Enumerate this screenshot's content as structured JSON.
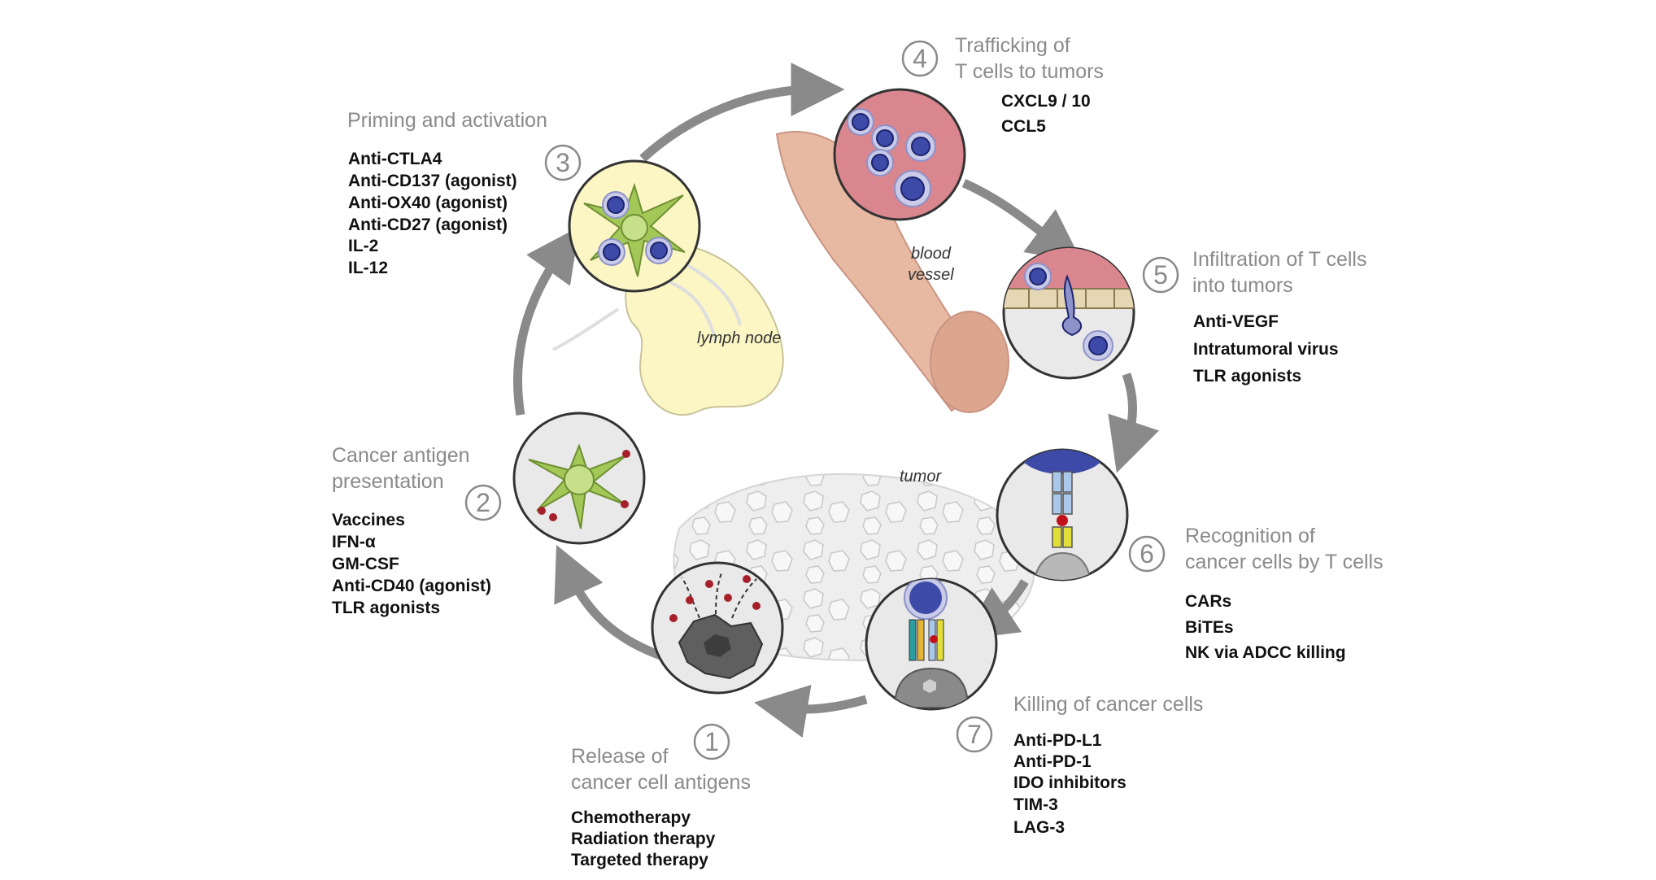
{
  "labels": {
    "lymph_node": "lymph node",
    "blood_vessel_1": "blood",
    "blood_vessel_2": "vessel",
    "tumor": "tumor"
  },
  "steps": [
    {
      "number": "1",
      "title": [
        "Release of",
        "cancer cell antigens"
      ],
      "drugs": [
        "Chemotherapy",
        "Radiation therapy",
        "Targeted therapy"
      ]
    },
    {
      "number": "2",
      "title": [
        "Cancer antigen",
        "presentation"
      ],
      "drugs": [
        "Vaccines",
        "IFN-α",
        "GM-CSF",
        "Anti-CD40 (agonist)",
        "TLR agonists"
      ]
    },
    {
      "number": "3",
      "title": [
        "Priming and activation"
      ],
      "drugs": [
        "Anti-CTLA4",
        "Anti-CD137 (agonist)",
        "Anti-OX40 (agonist)",
        "Anti-CD27 (agonist)",
        "IL-2",
        "IL-12"
      ]
    },
    {
      "number": "4",
      "title": [
        "Trafficking of",
        "T cells to tumors"
      ],
      "drugs": [
        "CXCL9 / 10",
        "CCL5"
      ]
    },
    {
      "number": "5",
      "title": [
        "Infiltration of T cells",
        "into tumors"
      ],
      "drugs": [
        "Anti-VEGF",
        "Intratumoral virus",
        "TLR agonists"
      ]
    },
    {
      "number": "6",
      "title": [
        "Recognition of",
        "cancer cells by T cells"
      ],
      "drugs": [
        "CARs",
        "BiTEs",
        "NK via ADCC killing"
      ]
    },
    {
      "number": "7",
      "title": [
        "Killing of cancer cells"
      ],
      "drugs": [
        "Anti-PD-L1",
        "Anti-PD-1",
        "IDO inhibitors",
        "TIM-3",
        "LAG-3"
      ]
    }
  ],
  "colors": {
    "arrow": "#8a8a8a",
    "t_cell": "#3e4aa8",
    "dendritic_cell": "#a4c858",
    "lymph_node": "#fbf6c4",
    "blood_vessel": "#e7b9a2",
    "vessel_lumen": "#d9868f",
    "antigen": "#a5202a",
    "tumor_cells": "#e6e6e6"
  }
}
